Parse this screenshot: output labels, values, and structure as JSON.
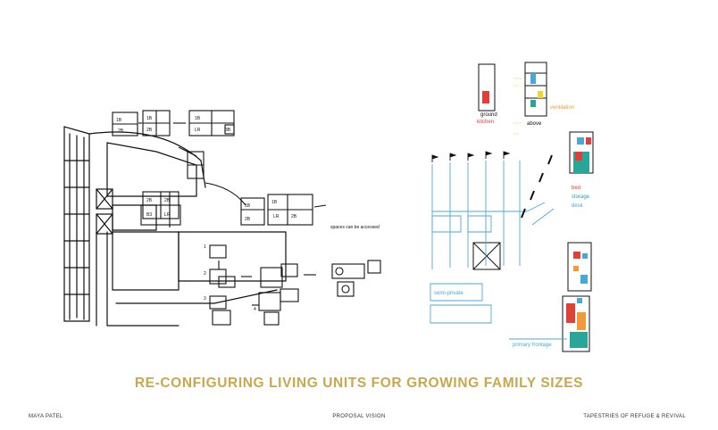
{
  "headline": "RE-CONFIGURING LIVING UNITS FOR GROWING FAMILY SIZES",
  "footer": {
    "left": "MAYA PATEL",
    "center": "PROPOSAL VISION",
    "right": "TAPESTRIES OF REFUGE & REVIVAL"
  },
  "annotations": {
    "ground": "ground",
    "above": "above",
    "ventilation": "ventilation",
    "kitchen": "kitchen",
    "bed": "bed",
    "storage": "storage",
    "desk": "desk",
    "spaces_can_be_accessed": "spaces can be accessed",
    "semi_private": "semi-private",
    "primary_frontage": "primary frontage"
  },
  "colors": {
    "accent": "#c8a84e",
    "ink": "#111111",
    "sketch_blue": "#4aa8d8",
    "sketch_red": "#e0403a",
    "sketch_orange": "#f09a3a",
    "sketch_yellow": "#f3d233",
    "sketch_teal": "#2aa59a"
  }
}
